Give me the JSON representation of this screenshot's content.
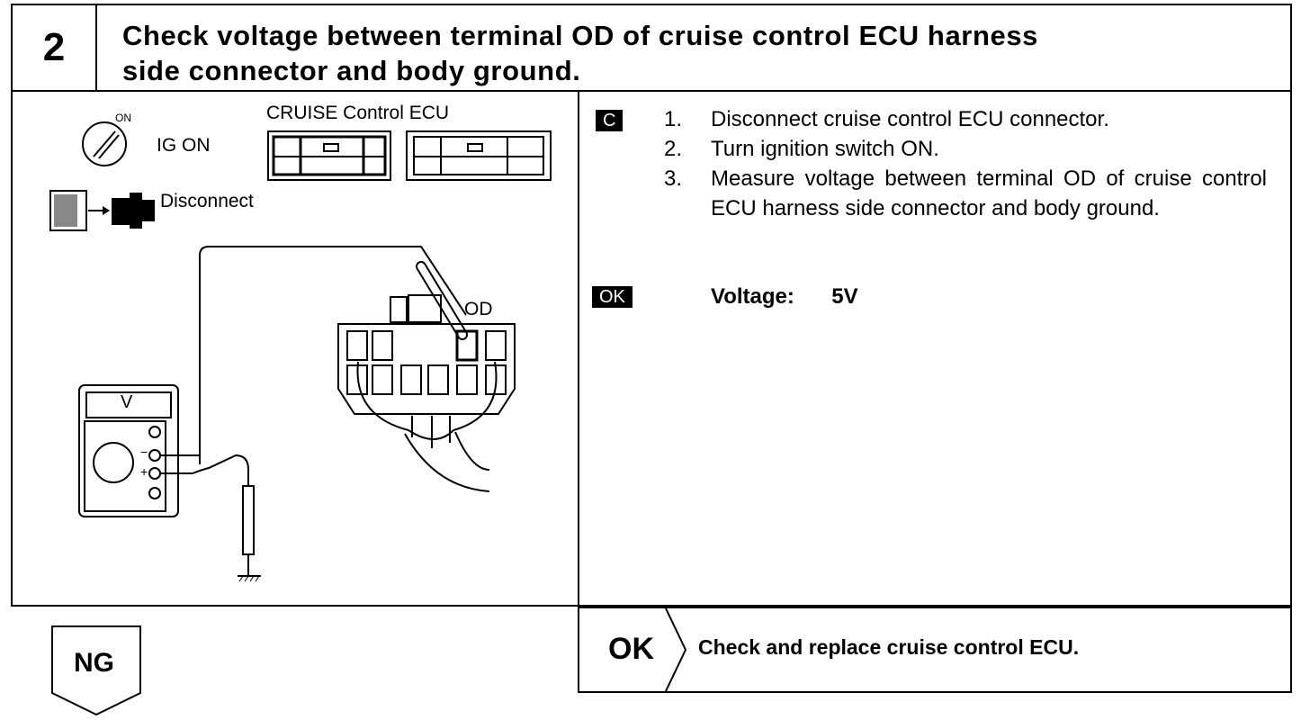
{
  "step": {
    "number": "2",
    "title_line1": "Check voltage between terminal OD of cruise control ECU harness",
    "title_line2": "side connector and body ground."
  },
  "diagram": {
    "switch_on_label": "ON",
    "ig_on_label": "IG ON",
    "ecu_label": "CRUISE Control ECU",
    "disconnect_label": "Disconnect",
    "terminal_label": "OD",
    "meter_mode": "V",
    "minus_label": "−",
    "plus_label": "+"
  },
  "instructions": {
    "badge": "C",
    "steps": [
      {
        "n": "1.",
        "text": "Disconnect cruise control ECU connector."
      },
      {
        "n": "2.",
        "text": "Turn ignition switch ON."
      },
      {
        "n": "3.",
        "text": "Measure voltage between terminal OD of cruise control ECU harness side connector and body ground."
      }
    ]
  },
  "spec": {
    "badge": "OK",
    "label": "Voltage:",
    "value": "5V"
  },
  "result_ok": {
    "label": "OK",
    "text": "Check and replace cruise control ECU."
  },
  "result_ng": {
    "label": "NG"
  }
}
